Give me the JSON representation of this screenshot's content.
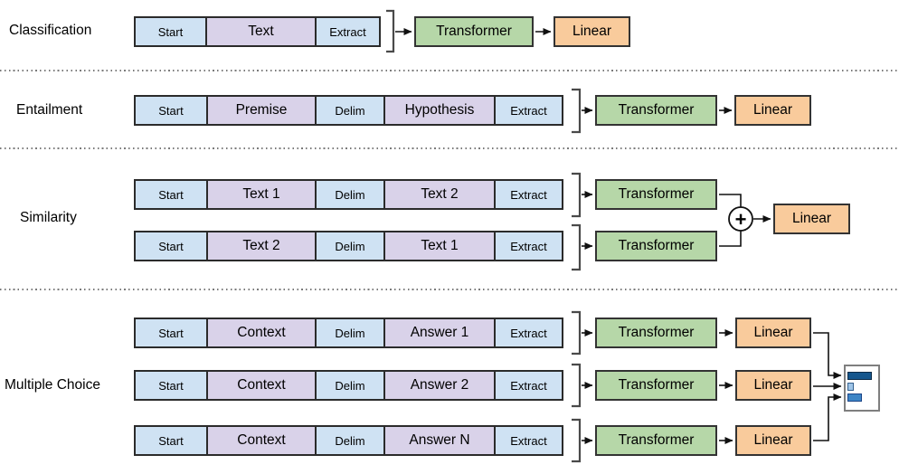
{
  "nodes": {
    "transformer": "Transformer",
    "linear": "Linear",
    "plus": "+"
  },
  "tasks": [
    {
      "label": "Classification",
      "sequences": [
        {
          "segments": [
            "Start",
            "Text",
            "Extract"
          ]
        }
      ]
    },
    {
      "label": "Entailment",
      "sequences": [
        {
          "segments": [
            "Start",
            "Premise",
            "Delim",
            "Hypothesis",
            "Extract"
          ]
        }
      ]
    },
    {
      "label": "Similarity",
      "sequences": [
        {
          "segments": [
            "Start",
            "Text 1",
            "Delim",
            "Text 2",
            "Extract"
          ]
        },
        {
          "segments": [
            "Start",
            "Text 2",
            "Delim",
            "Text 1",
            "Extract"
          ]
        }
      ]
    },
    {
      "label": "Multiple Choice",
      "sequences": [
        {
          "segments": [
            "Start",
            "Context",
            "Delim",
            "Answer 1",
            "Extract"
          ]
        },
        {
          "segments": [
            "Start",
            "Context",
            "Delim",
            "Answer 2",
            "Extract"
          ]
        },
        {
          "segments": [
            "Start",
            "Context",
            "Delim",
            "Answer N",
            "Extract"
          ]
        }
      ]
    }
  ],
  "colors": {
    "token_fill": "#cfe2f3",
    "content_fill": "#d9d2e9",
    "transformer_fill": "#b6d7a8",
    "linear_fill": "#f9cb9c",
    "chart_bar_dark": "#15568d",
    "chart_bar_light": "#9fc5e8",
    "chart_bar_mid": "#3d85c6"
  }
}
